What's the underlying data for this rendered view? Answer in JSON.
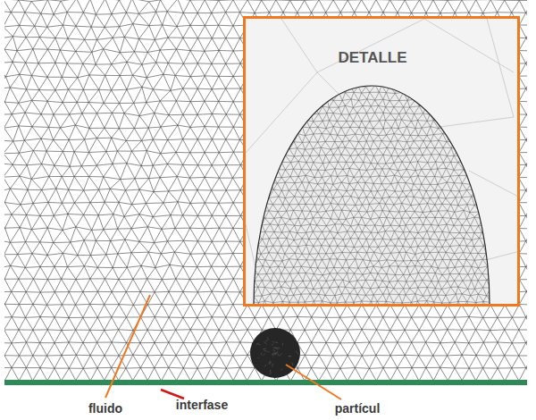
{
  "diagram": {
    "nodes": [
      {
        "text": [
          "DETALLE"
        ]
      }
    ],
    "labels": [
      "fluido",
      "interfase",
      "partícul"
    ]
  }
}
